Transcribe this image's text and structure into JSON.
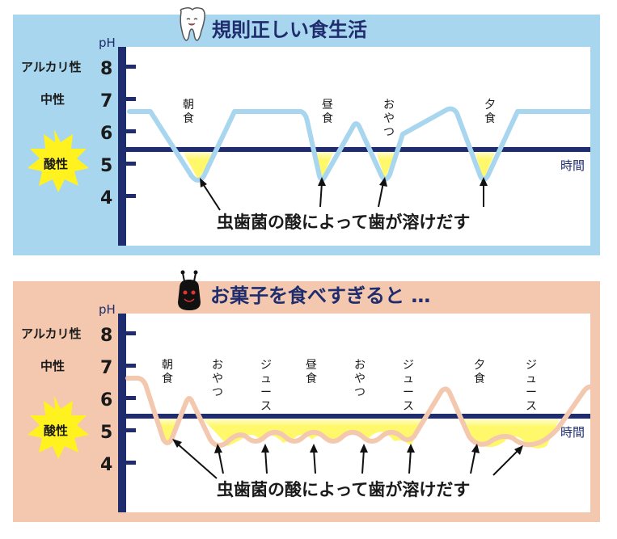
{
  "colors": {
    "axis": "#1f2d6e",
    "baseline": "#1f2d6e",
    "acid_fill": "#fff86a",
    "panel1_bg": "#a9d6ef",
    "panel1_curve": "#a9d6ef",
    "panel2_bg": "#f3c8ae",
    "panel2_curve": "#f3c8ae",
    "starburst": "#fff21f",
    "title": "#1f2d6e",
    "text": "#1a1a1a"
  },
  "panels": [
    {
      "title": "規則正しい食生活",
      "icon": "smiling-tooth-icon",
      "unit": "pH",
      "time_label": "時間",
      "y_labels": [
        {
          "value": "8",
          "side": "アルカリ性"
        },
        {
          "value": "7",
          "side": "中性"
        },
        {
          "value": "6",
          "side": ""
        },
        {
          "value": "5",
          "side": ""
        },
        {
          "value": "4",
          "side": ""
        }
      ],
      "acid_label": "酸性",
      "events": [
        "朝\n食",
        "昼\n食",
        "お\nや\nつ",
        "夕\n食"
      ],
      "caption": "虫歯菌の酸によって歯が溶けだす",
      "curve_ph": [
        {
          "t": 0,
          "ph": 6.6
        },
        {
          "t": 28,
          "ph": 6.6
        },
        {
          "t": 88,
          "ph": 4.5
        },
        {
          "t": 140,
          "ph": 6.6
        },
        {
          "t": 218,
          "ph": 6.6
        },
        {
          "t": 247,
          "ph": 4.5
        },
        {
          "t": 290,
          "ph": 6.2
        },
        {
          "t": 326,
          "ph": 4.5
        },
        {
          "t": 350,
          "ph": 5.9
        },
        {
          "t": 410,
          "ph": 6.6
        },
        {
          "t": 440,
          "ph": 4.5
        },
        {
          "t": 480,
          "ph": 6.6
        },
        {
          "t": 576,
          "ph": 6.6
        }
      ],
      "threshold_ph": 5.5
    },
    {
      "title": "お菓子を食べすぎると …",
      "icon": "cavity-germ-icon",
      "unit": "pH",
      "time_label": "時間",
      "y_labels": [
        {
          "value": "8",
          "side": "アルカリ性"
        },
        {
          "value": "7",
          "side": "中性"
        },
        {
          "value": "6",
          "side": ""
        },
        {
          "value": "5",
          "side": ""
        },
        {
          "value": "4",
          "side": ""
        }
      ],
      "acid_label": "酸性",
      "events": [
        "朝\n食",
        "お\nや\nつ",
        "ジ\nュ\nー\nス",
        "昼\n食",
        "お\nや\nつ",
        "ジ\nュ\nー\nス",
        "夕\n食",
        "ジ\nュ\nー\nス"
      ],
      "caption": "虫歯菌の酸によって歯が溶けだす",
      "threshold_ph": 5.5
    }
  ]
}
